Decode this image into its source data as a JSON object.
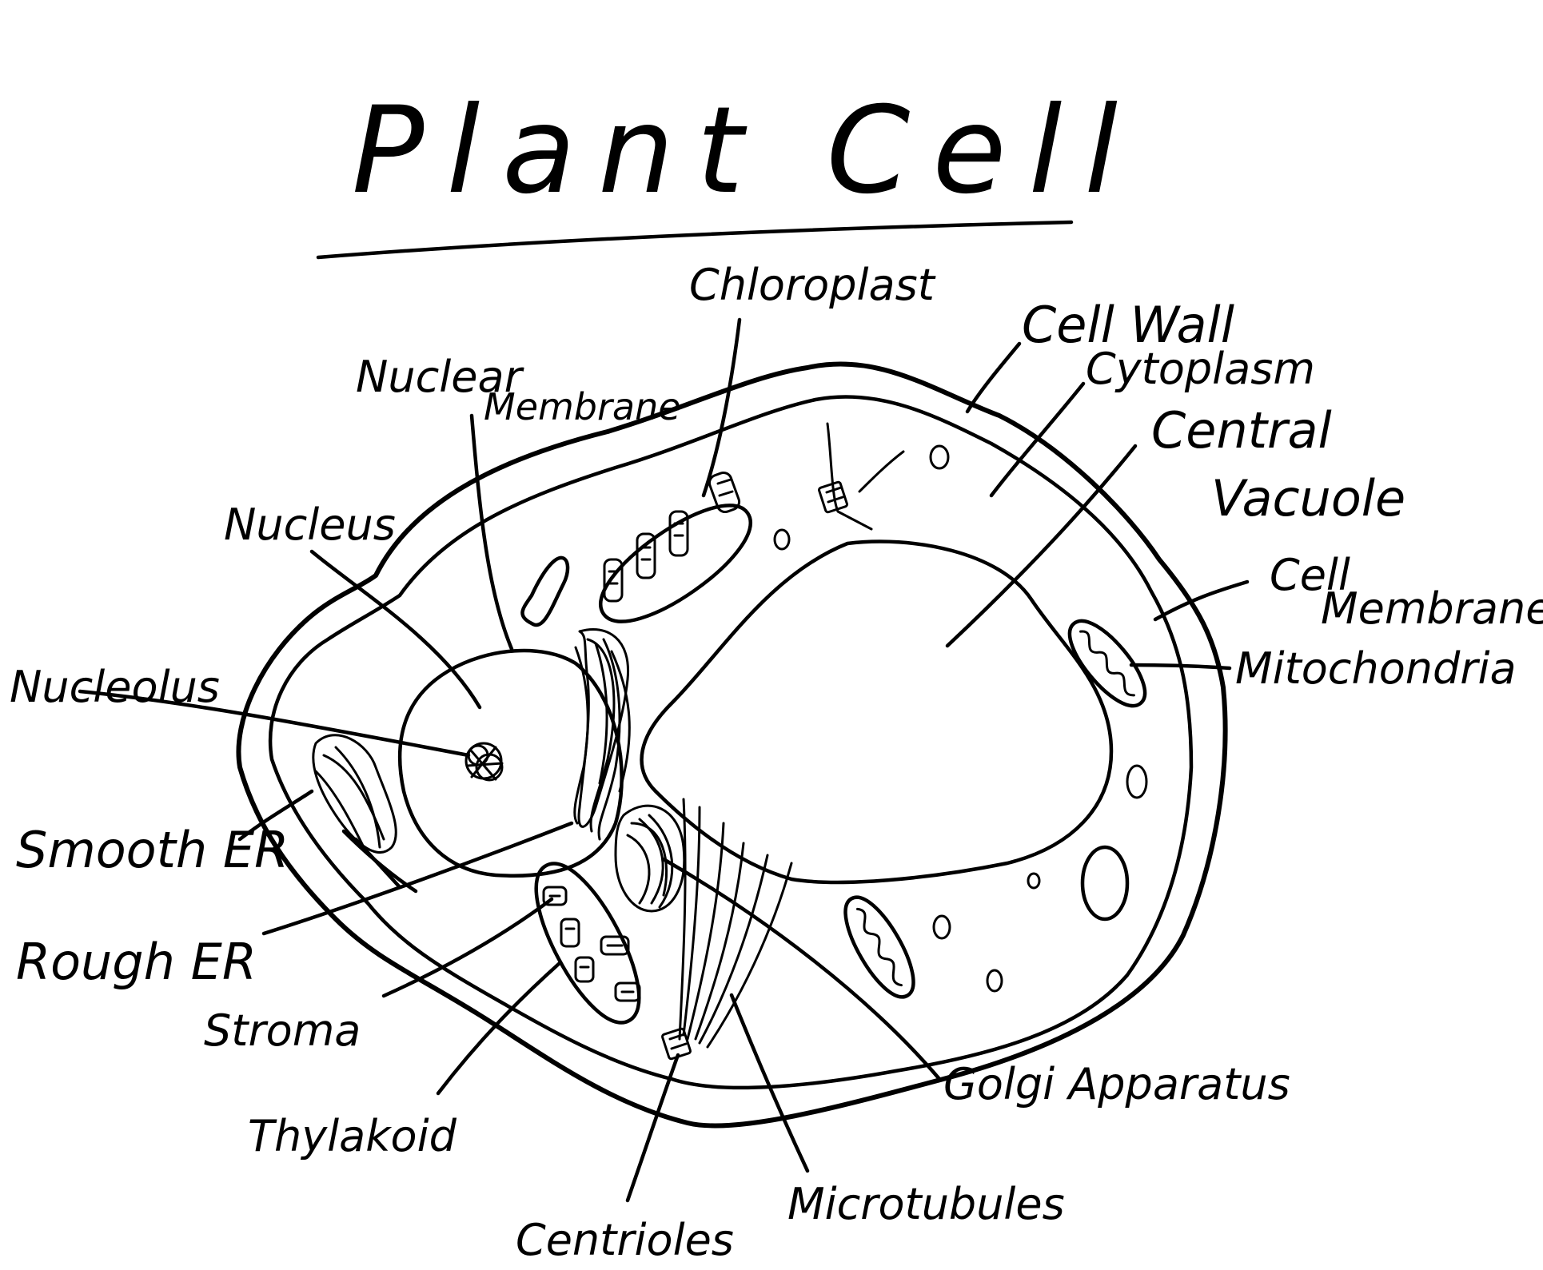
{
  "title": "Plant Cell",
  "labels": {
    "chloroplast": "Chloroplast",
    "cell_wall": "Cell Wall",
    "cytoplasm": "Cytoplasm",
    "central_vacuole_1": "Central",
    "central_vacuole_2": "Vacuole",
    "nuclear_membrane_1": "Nuclear",
    "nuclear_membrane_2": "Membrane",
    "nucleus": "Nucleus",
    "nucleolus": "Nucleolus",
    "cell_membrane_1": "Cell",
    "cell_membrane_2": "Membrane",
    "mitochondria": "Mitochondria",
    "smooth_er": "Smooth ER",
    "rough_er": "Rough ER",
    "stroma": "Stroma",
    "thylakoid": "Thylakoid",
    "golgi_apparatus": "Golgi Apparatus",
    "microtubules": "Microtubules",
    "centrioles": "Centrioles"
  }
}
